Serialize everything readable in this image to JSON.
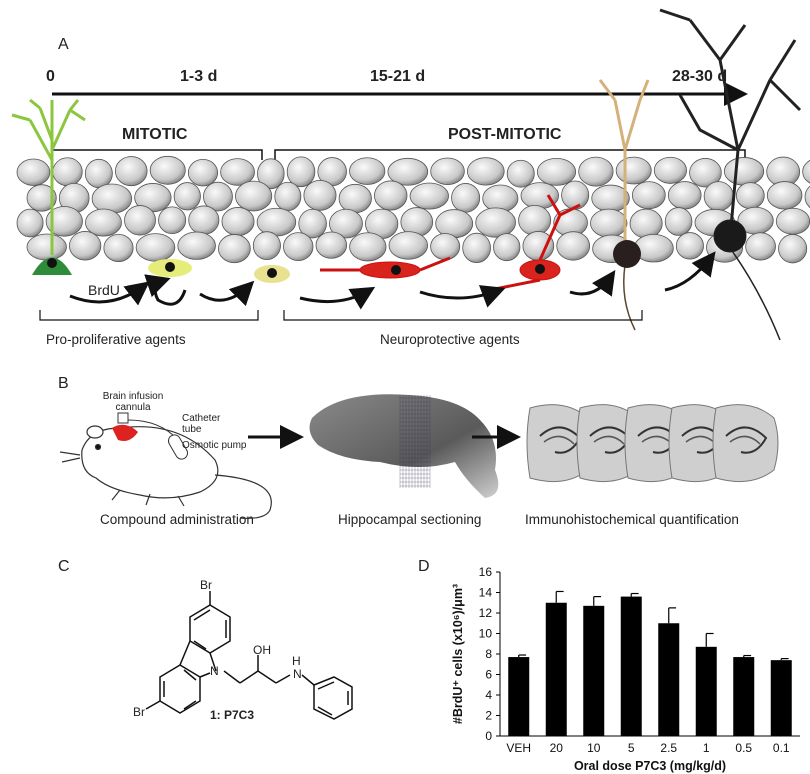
{
  "panels": {
    "a": {
      "letter": "A",
      "timeline": [
        "0",
        "1-3 d",
        "15-21 d",
        "28-30 d"
      ],
      "phases": {
        "mitotic": "MITOTIC",
        "post_mitotic": "POST-MITOTIC"
      },
      "brdu": "BrdU",
      "captions": {
        "pro": "Pro-proliferative agents",
        "neuro": "Neuroprotective agents"
      }
    },
    "b": {
      "letter": "B",
      "labels": {
        "cannula": "Brain infusion cannula",
        "catheter": "Catheter tube",
        "pump": "Osmotic pump"
      },
      "steps": [
        "Compound administration",
        "Hippocampal sectioning",
        "Immunohistochemical quantification"
      ]
    },
    "c": {
      "letter": "C",
      "atoms": {
        "br_top": "Br",
        "br_bottom": "Br",
        "n_ring": "N",
        "oh": "OH",
        "nh_h": "H",
        "nh_n": "N"
      },
      "compound": "1: P7C3"
    },
    "d": {
      "letter": "D"
    }
  },
  "chart_data": {
    "type": "bar",
    "categories": [
      "VEH",
      "20",
      "10",
      "5",
      "2.5",
      "1",
      "0.5",
      "0.1"
    ],
    "values": [
      7.7,
      13.0,
      12.7,
      13.6,
      11.0,
      8.7,
      7.7,
      7.4
    ],
    "errors": [
      0.2,
      1.1,
      0.9,
      0.3,
      1.5,
      1.3,
      0.15,
      0.15
    ],
    "xlabel": "Oral dose P7C3 (mg/kg/d)",
    "ylabel": "#BrdU⁺ cells (x10⁶)/μm³",
    "ylim": [
      0,
      16
    ],
    "yticks": [
      "0",
      "2",
      "4",
      "6",
      "8",
      "10",
      "12",
      "14",
      "16"
    ],
    "bar_color": "#000000"
  }
}
